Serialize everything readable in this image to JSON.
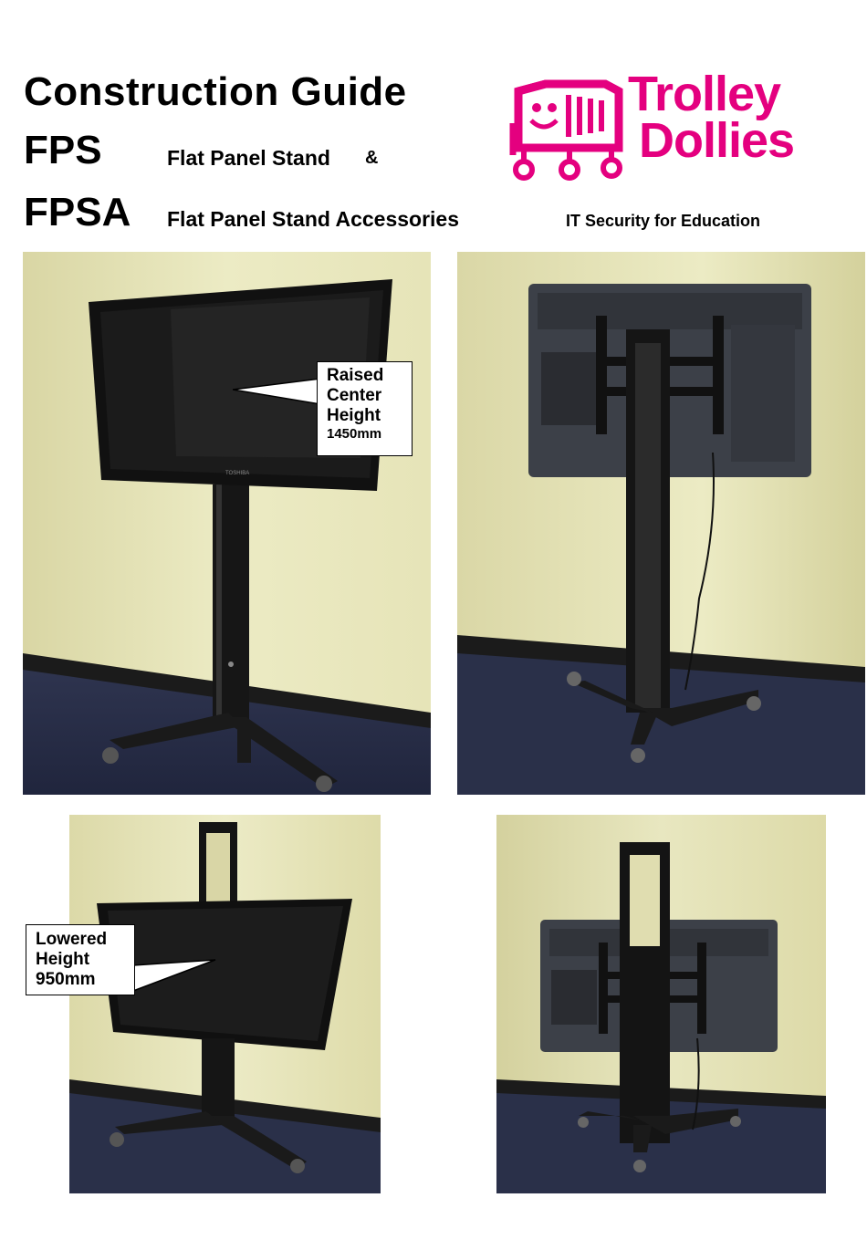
{
  "header": {
    "title": "Construction Guide",
    "fps_code": "FPS",
    "fps_desc": "Flat Panel Stand",
    "ampersand": "&",
    "fpsa_code": "FPSA",
    "fpsa_desc": "Flat Panel Stand Accessories"
  },
  "brand": {
    "logo_line1": "Trolley",
    "logo_line2": "Dollies",
    "tagline": "IT Security for Education",
    "color": "#e4007f"
  },
  "callouts": {
    "raised": {
      "line1": "Raised",
      "line2": "Center",
      "line3": "Height",
      "value": "1450mm"
    },
    "lowered": {
      "line1": "Lowered",
      "line2": "Height",
      "value": "950mm"
    }
  },
  "photos": [
    {
      "name": "front-raised-photo"
    },
    {
      "name": "rear-raised-photo"
    },
    {
      "name": "front-lowered-photo"
    },
    {
      "name": "rear-lowered-photo"
    }
  ],
  "tv_brand_label": "TOSHIBA"
}
